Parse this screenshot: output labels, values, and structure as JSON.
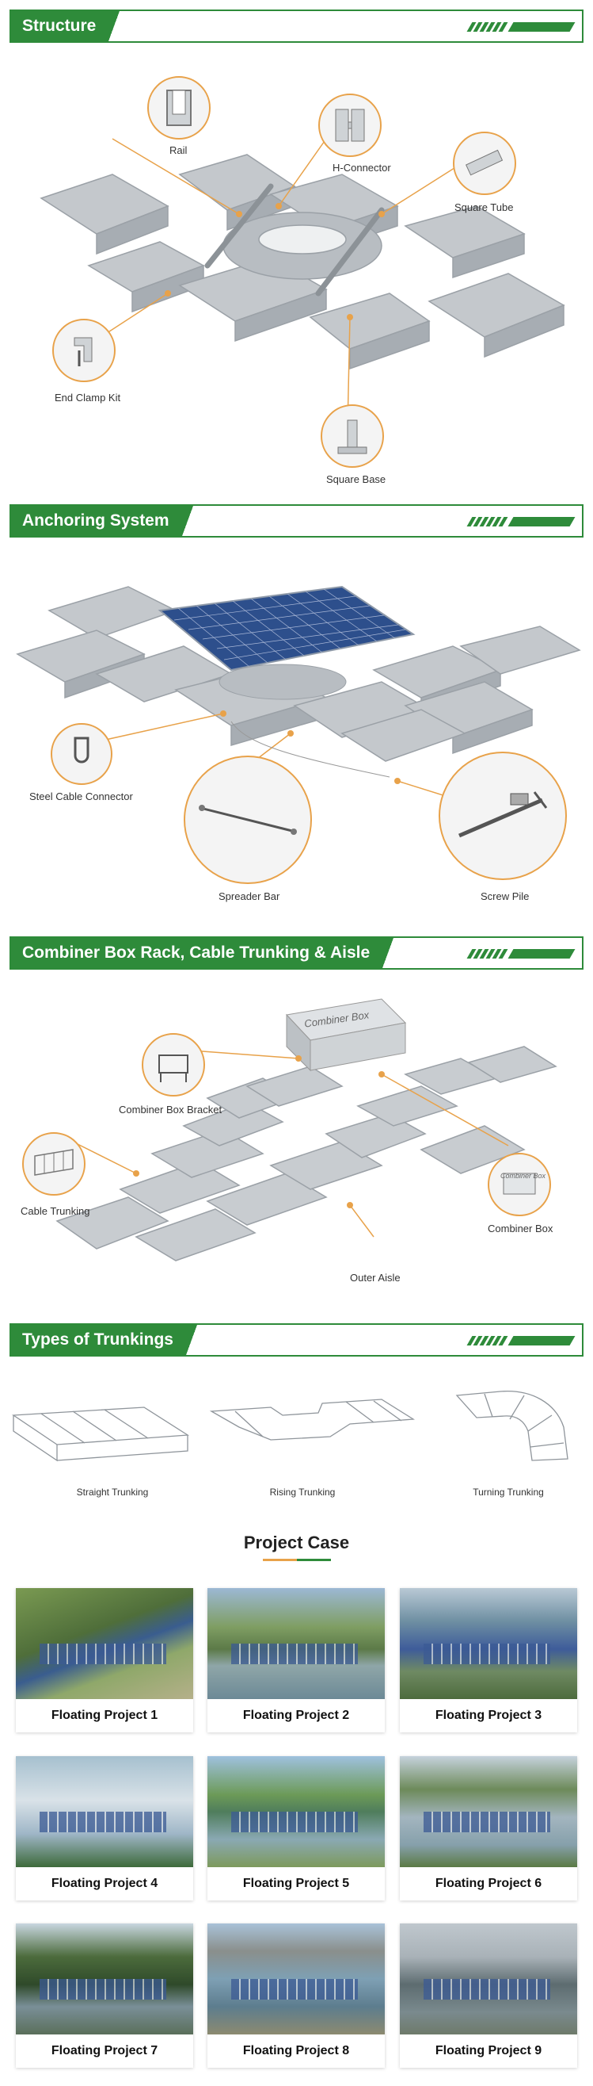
{
  "sections": {
    "structure": "Structure",
    "anchoring": "Anchoring System",
    "combiner": "Combiner Box Rack, Cable Trunking & Aisle",
    "trunkings": "Types of Trunkings"
  },
  "structure_labels": {
    "rail": "Rail",
    "h_connector": "H-Connector",
    "square_tube": "Square Tube",
    "end_clamp": "End Clamp Kit",
    "square_base": "Square Base"
  },
  "anchoring_labels": {
    "steel_cable": "Steel Cable Connector",
    "spreader_bar": "Spreader Bar",
    "screw_pile": "Screw Pile"
  },
  "combiner_labels": {
    "box_text": "Combiner Box",
    "bracket": "Combiner Box Bracket",
    "cable_trunking": "Cable Trunking",
    "combiner_box": "Combiner Box",
    "outer_aisle": "Outer Aisle",
    "small_box_text": "Combiner Box"
  },
  "trunking_types": [
    "Straight Trunking",
    "Rising Trunking",
    "Turning Trunking"
  ],
  "project_case_title": "Project Case",
  "projects": [
    {
      "name": "Floating Project 1"
    },
    {
      "name": "Floating Project 2"
    },
    {
      "name": "Floating Project 3"
    },
    {
      "name": "Floating Project 4"
    },
    {
      "name": "Floating Project 5"
    },
    {
      "name": "Floating Project 6"
    },
    {
      "name": "Floating Project 7"
    },
    {
      "name": "Floating Project 8"
    },
    {
      "name": "Floating Project 9"
    }
  ],
  "colors": {
    "brand_green": "#2e8b3a",
    "callout_orange": "#e8a24a"
  }
}
